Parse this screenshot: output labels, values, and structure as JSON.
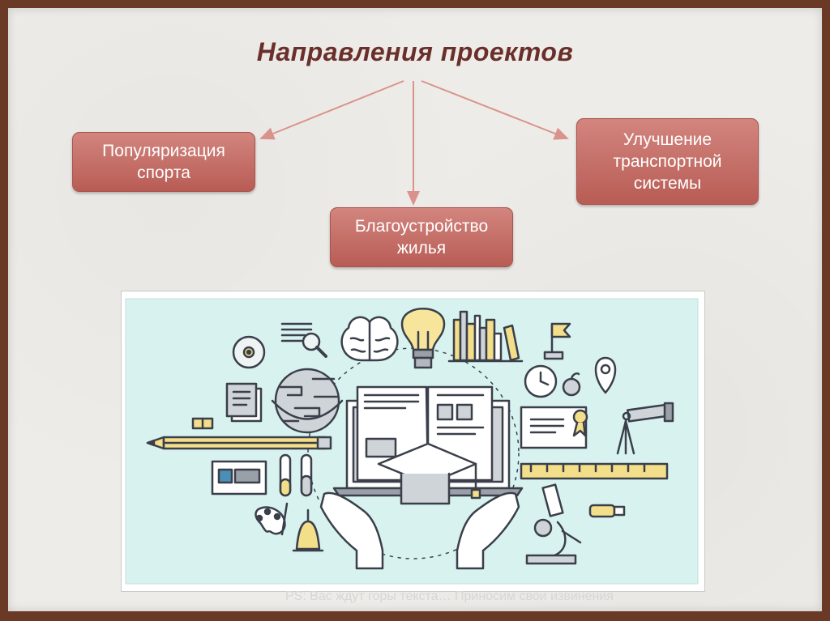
{
  "title": "Направления проектов",
  "boxes": {
    "sport": "Популяризация\nспорта",
    "housing": "Благоустройство\nжилья",
    "transport": "Улучшение\nтранспортной\nсистемы"
  },
  "footnote": "PS: Вас ждут горы текста… Приносим свои извинения",
  "colors": {
    "title": "#6a2f2a",
    "box_fill": "#c0645d",
    "arrow": "#d9938c",
    "illustration_bg": "#d8f2f0",
    "accent_yellow": "#f3de8a",
    "outline": "#3a3f4a"
  },
  "illustration_icons": [
    "disc-icon",
    "document-magnifier-icon",
    "brain-icon",
    "lightbulb-icon",
    "books-icon",
    "flag-icon",
    "globe-icon",
    "binder-icon",
    "clock-icon",
    "apple-icon",
    "location-pin-icon",
    "certificate-icon",
    "telescope-icon",
    "eraser-icon",
    "pencil-icon",
    "laptop-icon",
    "open-book-icon",
    "graduation-cap-icon",
    "calculator-icon",
    "test-tubes-icon",
    "ruler-icon",
    "palette-icon",
    "bell-icon",
    "microscope-icon",
    "usb-drive-icon",
    "hands-icon"
  ]
}
